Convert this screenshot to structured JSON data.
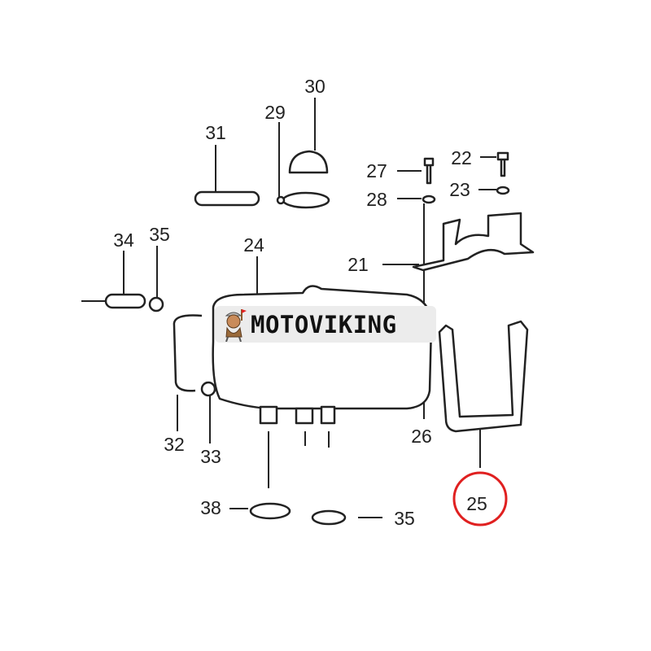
{
  "diagram": {
    "callouts": [
      "30",
      "29",
      "31",
      "27",
      "22",
      "28",
      "23",
      "34",
      "35",
      "24",
      "21",
      "32",
      "33",
      "26",
      "25",
      "38",
      "35"
    ],
    "highlighted_callout": "25",
    "highlight_color": "#e02020"
  },
  "watermark": {
    "text": "MOTOVIKING"
  }
}
